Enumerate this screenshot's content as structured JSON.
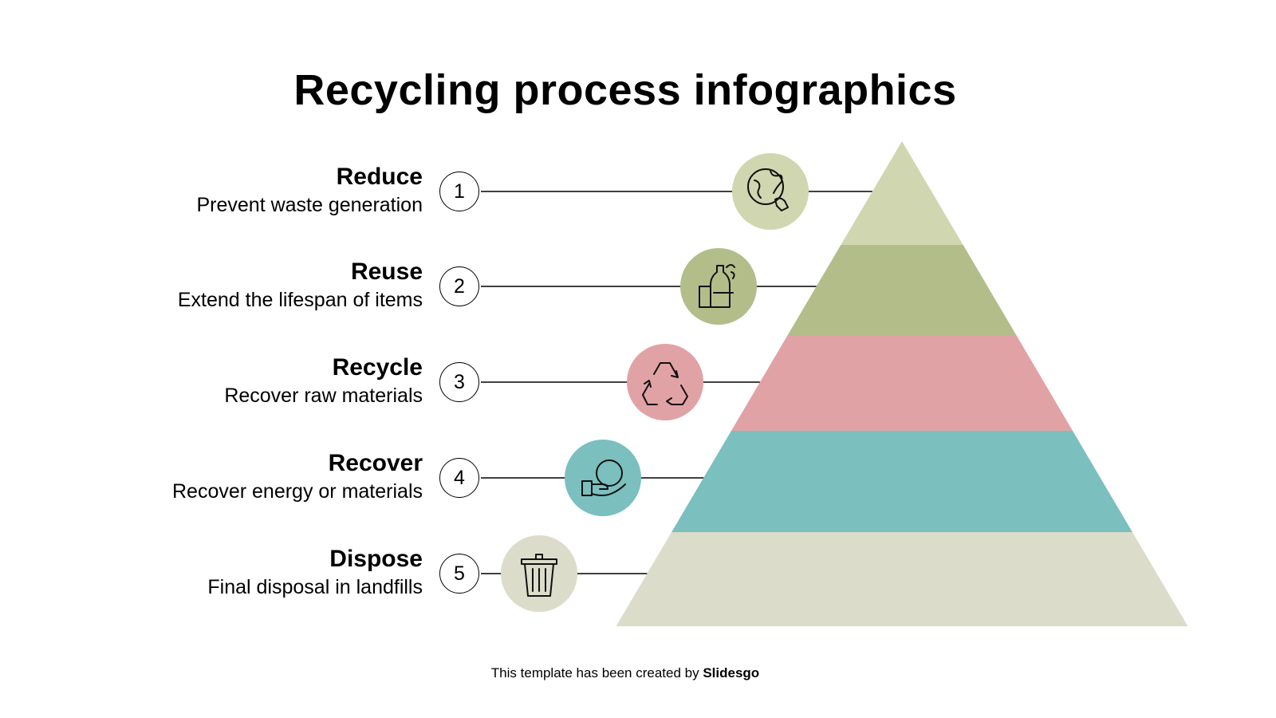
{
  "title": "Recycling process infographics",
  "steps": [
    {
      "number": "1",
      "heading": "Reduce",
      "description": "Prevent waste generation",
      "icon": "globe-recycle-icon",
      "color": "#d0d7b0"
    },
    {
      "number": "2",
      "heading": "Reuse",
      "description": "Extend the lifespan of items",
      "icon": "bottle-glass-icon",
      "color": "#b3bd8a"
    },
    {
      "number": "3",
      "heading": "Recycle",
      "description": "Recover raw materials",
      "icon": "recycle-icon",
      "color": "#e1a2a6"
    },
    {
      "number": "4",
      "heading": "Recover",
      "description": "Recover energy or materials",
      "icon": "hand-globe-icon",
      "color": "#7bbfbf"
    },
    {
      "number": "5",
      "heading": "Dispose",
      "description": "Final disposal in landfills",
      "icon": "trash-can-icon",
      "color": "#dcdcca"
    }
  ],
  "footer": {
    "prefix": "This template has been created by ",
    "brand": "Slidesgo"
  }
}
